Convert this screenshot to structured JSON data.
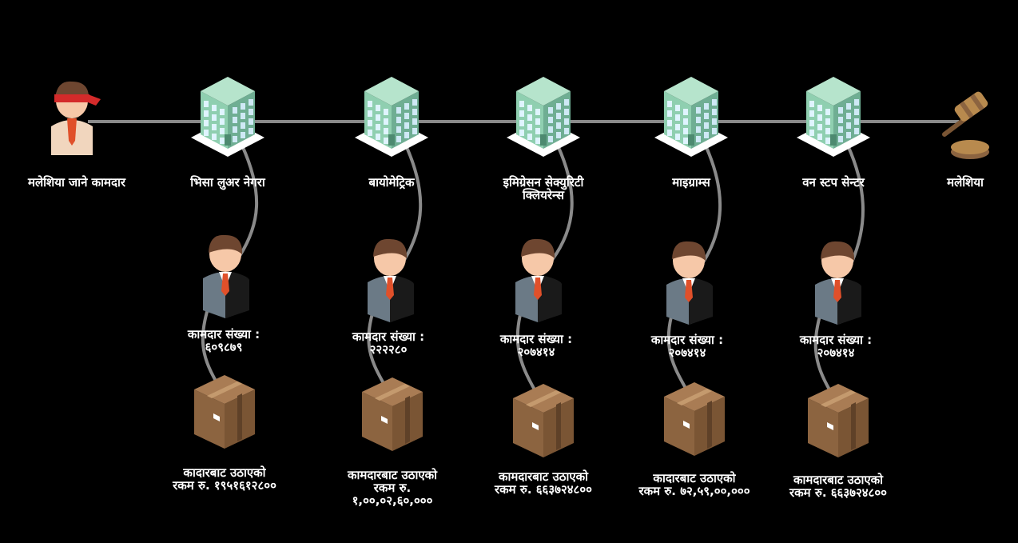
{
  "endpoints": {
    "start": {
      "label": "मलेशिया जाने कामदार",
      "icon": "blindfolded-worker-icon"
    },
    "end": {
      "label": "मलेशिया",
      "icon": "gavel-icon"
    }
  },
  "stages": [
    {
      "label": "भिसा लुअर नेगरा",
      "count_label": "कामदार संख्या :\n६०९८७९",
      "amount_label": "कादारबाट उठाएको\nरकम रु. १९५१६१२८००"
    },
    {
      "label": "बायोमेट्रिक",
      "count_label": "कामदार संख्या :\n२२२२८०",
      "amount_label": "कामदारबाट उठाएको\nरकम रु.\n१,००,०२,६०,०००"
    },
    {
      "label": "इमिग्रेसन सेक्युरिटी\nक्लियरेन्स",
      "count_label": "कामदार संख्या :\n२०७४१४",
      "amount_label": "कामदारबाट उठाएको\nरकम रु. ६६३७२४८००"
    },
    {
      "label": "माइग्राम्स",
      "count_label": "कामदार संख्या :\n२०७४१४",
      "amount_label": "कादारबाट उठाएको\nरकम रु. ७२,५९,००,०००"
    },
    {
      "label": "वन स्टप सेन्टर",
      "count_label": "कामदार संख्या :\n२०७४१४",
      "amount_label": "कामदारबाट उठाएको\nरकम रु. ६६३७२४८००"
    }
  ],
  "colors": {
    "background": "#000000",
    "connector": "#8a8a8a",
    "building": "#8fcfb0",
    "box": "#a97c54",
    "suit": "#6b7a86",
    "tie": "#e0502a",
    "blindfold": "#d42a2a",
    "gavel": "#b88a4e"
  }
}
